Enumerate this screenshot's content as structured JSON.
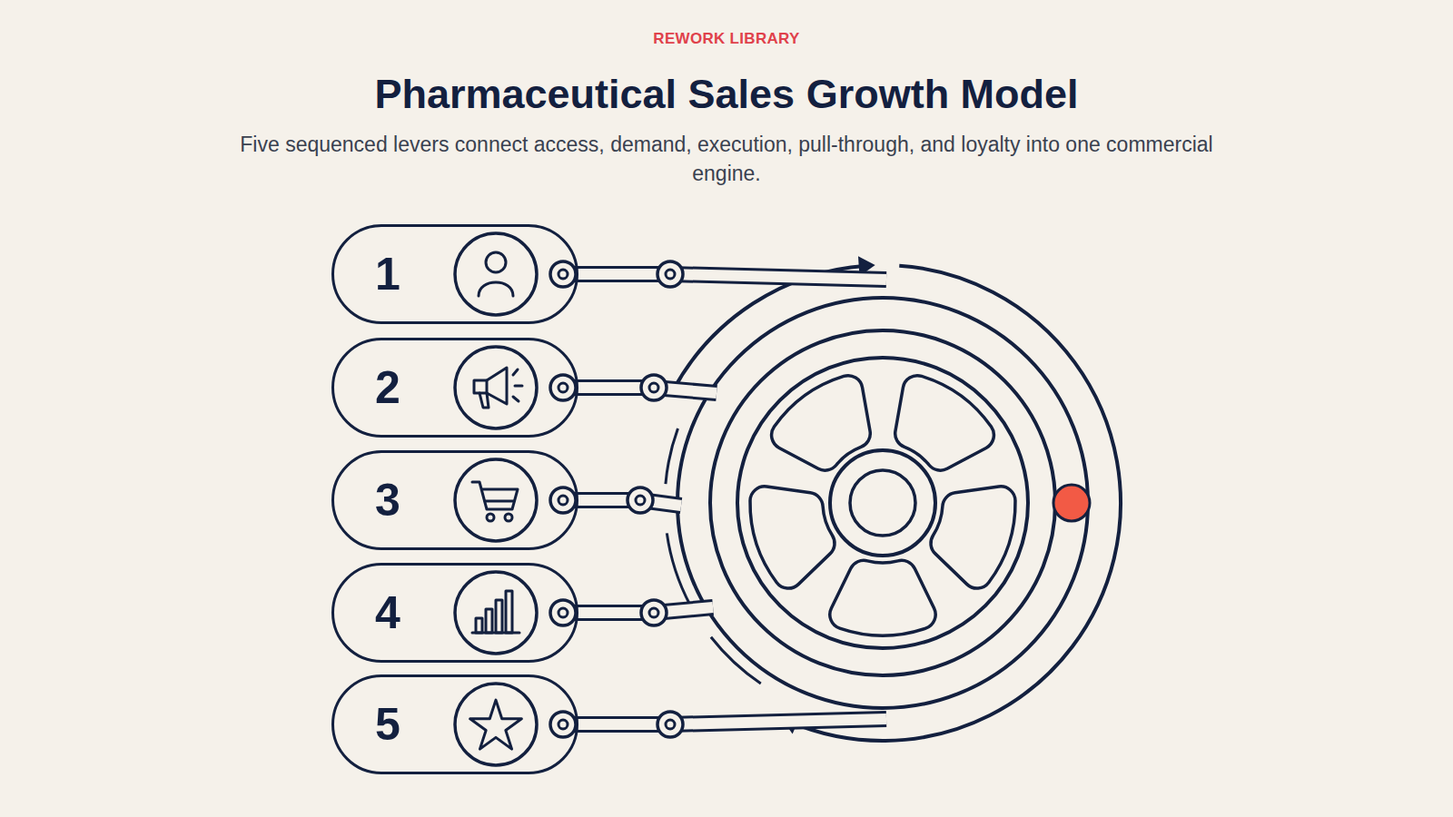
{
  "diagram": {
    "title": "Pharmaceutical Sales Growth Model",
    "caption": "Five sequenced levers connect access, demand, execution, pull-through, and loyalty into one commercial engine.",
    "nodes": [
      {
        "text": [
          "1"
        ]
      },
      {
        "text": [
          "2"
        ]
      },
      {
        "text": [
          "3"
        ]
      },
      {
        "text": [
          "4"
        ]
      },
      {
        "text": [
          "5"
        ]
      }
    ],
    "labels": [
      "REWORK LIBRARY"
    ]
  }
}
